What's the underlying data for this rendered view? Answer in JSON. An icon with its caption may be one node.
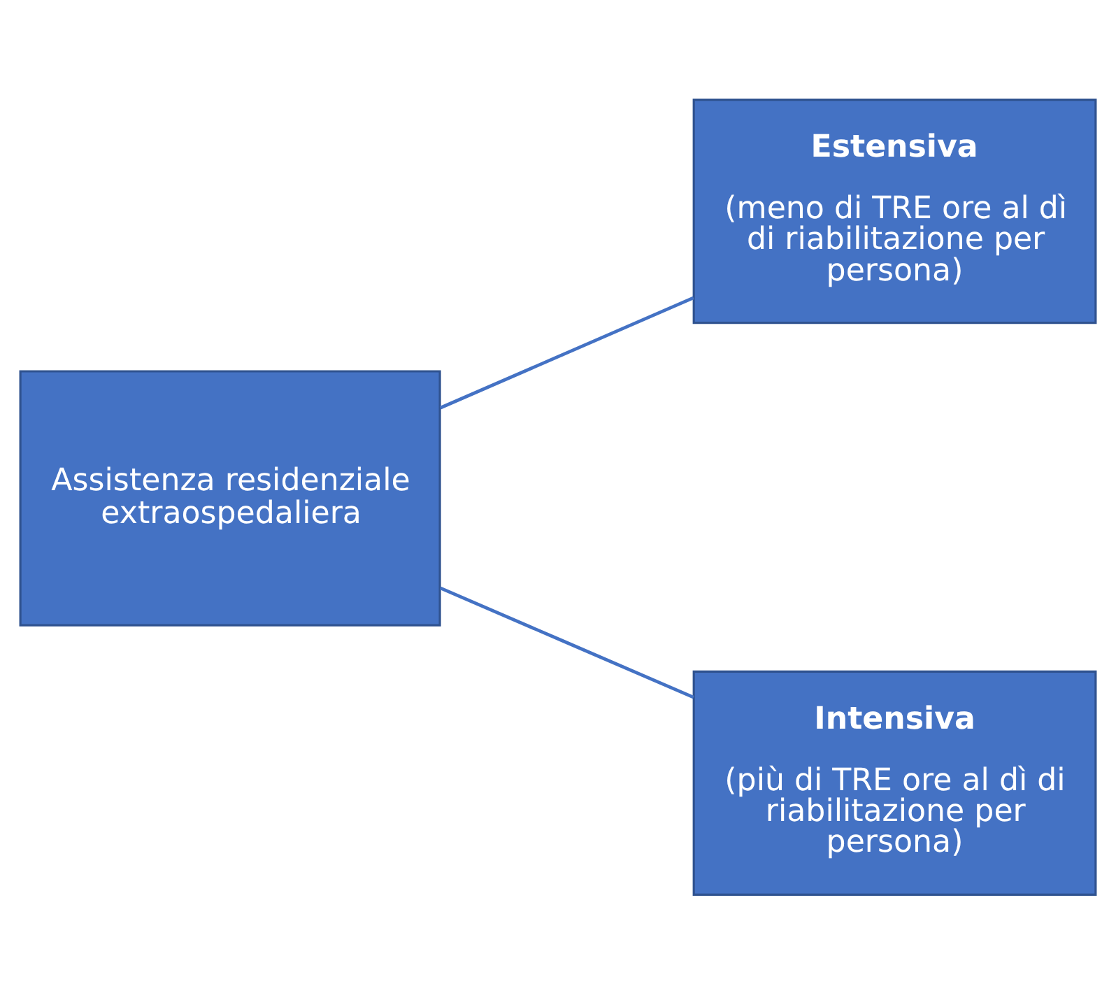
{
  "diagram": {
    "nodes": [
      {
        "text": [
          "Assistenza residenziale extraospedaliera"
        ]
      },
      {
        "text": [
          "Estensiva",
          "(meno di TRE ore al dì di riabilitazione per persona)"
        ]
      },
      {
        "text": [
          "Intensiva",
          "(più di TRE ore al dì di riabilitazione per persona)"
        ]
      }
    ],
    "edges": [
      {
        "from": 0,
        "to": 1,
        "arrow": "none"
      },
      {
        "from": 0,
        "to": 2,
        "arrow": "none"
      }
    ]
  }
}
